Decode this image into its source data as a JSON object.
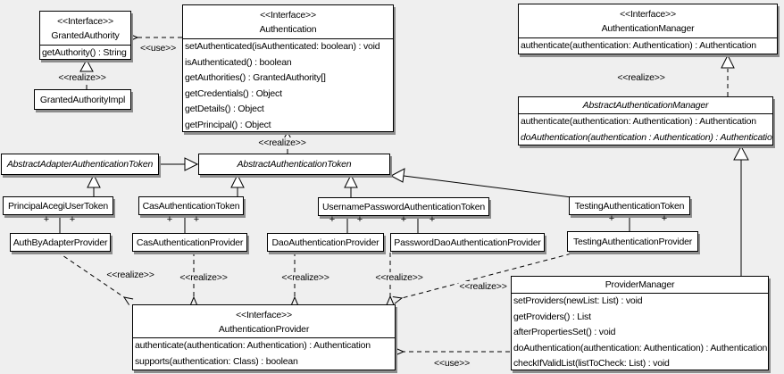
{
  "colors": {
    "background": "#efefef",
    "box_fill": "#ffffff",
    "line": "#000000",
    "shadow": "#8d8d8d"
  },
  "symbols": {
    "plus": "+"
  },
  "edge_labels": {
    "use": "<<use>>",
    "realize": "<<realize>>"
  },
  "classes": {
    "granted_authority": {
      "stereotype": "<<Interface>>",
      "name": "GrantedAuthority",
      "methods": [
        "getAuthority() : String"
      ]
    },
    "granted_authority_impl": {
      "name": "GrantedAuthorityImpl"
    },
    "authentication": {
      "stereotype": "<<Interface>>",
      "name": "Authentication",
      "methods": [
        "setAuthenticated(isAuthenticated: boolean) : void",
        "isAuthenticated() : boolean",
        "getAuthorities() : GrantedAuthority[]",
        "getCredentials() : Object",
        "getDetails() : Object",
        "getPrincipal() : Object"
      ]
    },
    "authentication_manager": {
      "stereotype": "<<Interface>>",
      "name": "AuthenticationManager",
      "methods": [
        "authenticate(authentication: Authentication) : Authentication"
      ]
    },
    "abstract_authentication_manager": {
      "name": "AbstractAuthenticationManager",
      "abstract": true,
      "methods": [
        "authenticate(authentication: Authentication) : Authentication",
        "doAuthentication(authentication : Authentication) : Authentication"
      ]
    },
    "abstract_adapter_authentication_token": {
      "name": "AbstractAdapterAuthenticationToken",
      "abstract": true
    },
    "abstract_authentication_token": {
      "name": "AbstractAuthenticationToken",
      "abstract": true
    },
    "principal_acegi_user_token": {
      "name": "PrincipalAcegiUserToken"
    },
    "cas_authentication_token": {
      "name": "CasAuthenticationToken"
    },
    "username_password_authentication_token": {
      "name": "UsernamePasswordAuthenticationToken"
    },
    "testing_authentication_token": {
      "name": "TestingAuthenticationToken"
    },
    "auth_by_adapter_provider": {
      "name": "AuthByAdapterProvider"
    },
    "cas_authentication_provider": {
      "name": "CasAuthenticationProvider"
    },
    "dao_authentication_provider": {
      "name": "DaoAuthenticationProvider"
    },
    "password_dao_authentication_provider": {
      "name": "PasswordDaoAuthenticationProvider"
    },
    "testing_authentication_provider": {
      "name": "TestingAuthenticationProvider"
    },
    "authentication_provider": {
      "stereotype": "<<Interface>>",
      "name": "AuthenticationProvider",
      "methods": [
        "authenticate(authentication: Authentication) : Authentication",
        "supports(authentication: Class) : boolean"
      ]
    },
    "provider_manager": {
      "name": "ProviderManager",
      "methods": [
        "setProviders(newList: List) : void",
        "getProviders() : List",
        "afterPropertiesSet() : void",
        "doAuthentication(authentication: Authentication) : Authentication",
        "checkIfValidList(listToCheck: List) : void"
      ]
    }
  },
  "relationships": [
    {
      "from": "GrantedAuthorityImpl",
      "to": "GrantedAuthority",
      "type": "realize"
    },
    {
      "from": "Authentication",
      "to": "GrantedAuthority",
      "type": "use"
    },
    {
      "from": "AbstractAuthenticationToken",
      "to": "Authentication",
      "type": "realize"
    },
    {
      "from": "AbstractAuthenticationManager",
      "to": "AuthenticationManager",
      "type": "realize"
    },
    {
      "from": "ProviderManager",
      "to": "AbstractAuthenticationManager",
      "type": "generalization"
    },
    {
      "from": "AbstractAdapterAuthenticationToken",
      "to": "AbstractAuthenticationToken",
      "type": "generalization"
    },
    {
      "from": "PrincipalAcegiUserToken",
      "to": "AbstractAdapterAuthenticationToken",
      "type": "generalization"
    },
    {
      "from": "CasAuthenticationToken",
      "to": "AbstractAuthenticationToken",
      "type": "generalization"
    },
    {
      "from": "UsernamePasswordAuthenticationToken",
      "to": "AbstractAuthenticationToken",
      "type": "generalization"
    },
    {
      "from": "TestingAuthenticationToken",
      "to": "AbstractAuthenticationToken",
      "type": "generalization"
    },
    {
      "from": "PrincipalAcegiUserToken",
      "to": "AuthByAdapterProvider",
      "type": "association",
      "end_labels": [
        "+",
        "+"
      ]
    },
    {
      "from": "CasAuthenticationToken",
      "to": "CasAuthenticationProvider",
      "type": "association",
      "end_labels": [
        "+",
        "+"
      ]
    },
    {
      "from": "UsernamePasswordAuthenticationToken",
      "to": "DaoAuthenticationProvider",
      "type": "association",
      "end_labels": [
        "+",
        "+"
      ]
    },
    {
      "from": "UsernamePasswordAuthenticationToken",
      "to": "PasswordDaoAuthenticationProvider",
      "type": "association",
      "end_labels": [
        "+",
        "+"
      ]
    },
    {
      "from": "TestingAuthenticationToken",
      "to": "TestingAuthenticationProvider",
      "type": "association",
      "end_labels": [
        "+",
        "+"
      ]
    },
    {
      "from": "AuthByAdapterProvider",
      "to": "AuthenticationProvider",
      "type": "realize"
    },
    {
      "from": "CasAuthenticationProvider",
      "to": "AuthenticationProvider",
      "type": "realize"
    },
    {
      "from": "DaoAuthenticationProvider",
      "to": "AuthenticationProvider",
      "type": "realize"
    },
    {
      "from": "PasswordDaoAuthenticationProvider",
      "to": "AuthenticationProvider",
      "type": "realize"
    },
    {
      "from": "TestingAuthenticationProvider",
      "to": "AuthenticationProvider",
      "type": "realize"
    },
    {
      "from": "ProviderManager",
      "to": "AuthenticationProvider",
      "type": "use"
    }
  ]
}
